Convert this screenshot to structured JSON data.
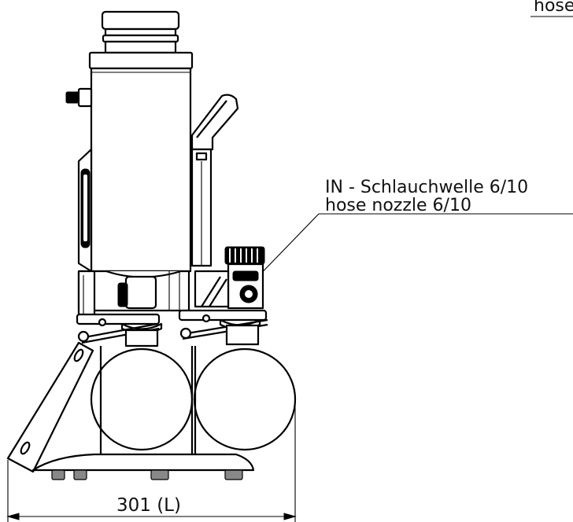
{
  "labels": {
    "top_right_partial": "hose",
    "inlet_line_1": "IN - Schlauchwelle 6/10",
    "inlet_line_2": "hose nozzle 6/10",
    "dimension": "301 (L)"
  }
}
